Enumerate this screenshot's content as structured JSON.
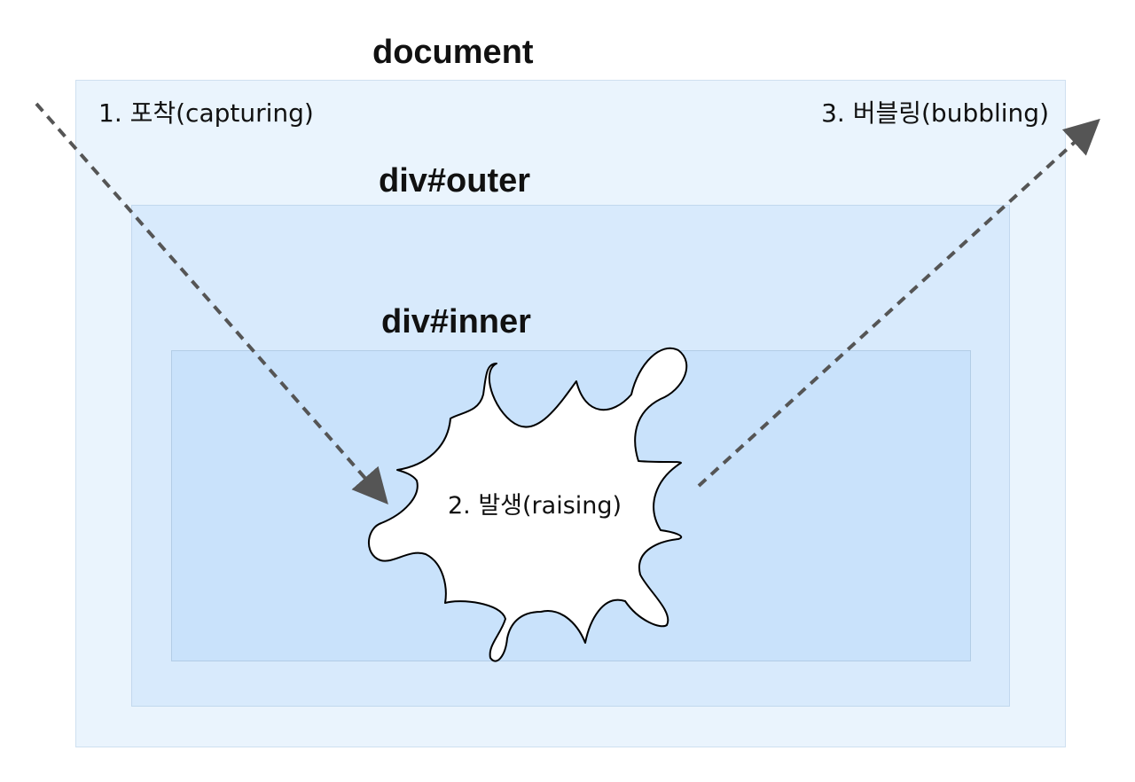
{
  "diagram": {
    "document_label": "document",
    "outer_label": "div#outer",
    "inner_label": "div#inner",
    "capturing_label": "1. 포착(capturing)",
    "raising_label": "2. 발생(raising)",
    "bubbling_label": "3. 버블링(bubbling)",
    "colors": {
      "document_fill": "#eaf4fd",
      "outer_fill": "#d8eafc",
      "inner_fill": "#c9e2fb",
      "arrow": "#555555",
      "splash_fill": "#ffffff",
      "splash_stroke": "#000000"
    }
  }
}
